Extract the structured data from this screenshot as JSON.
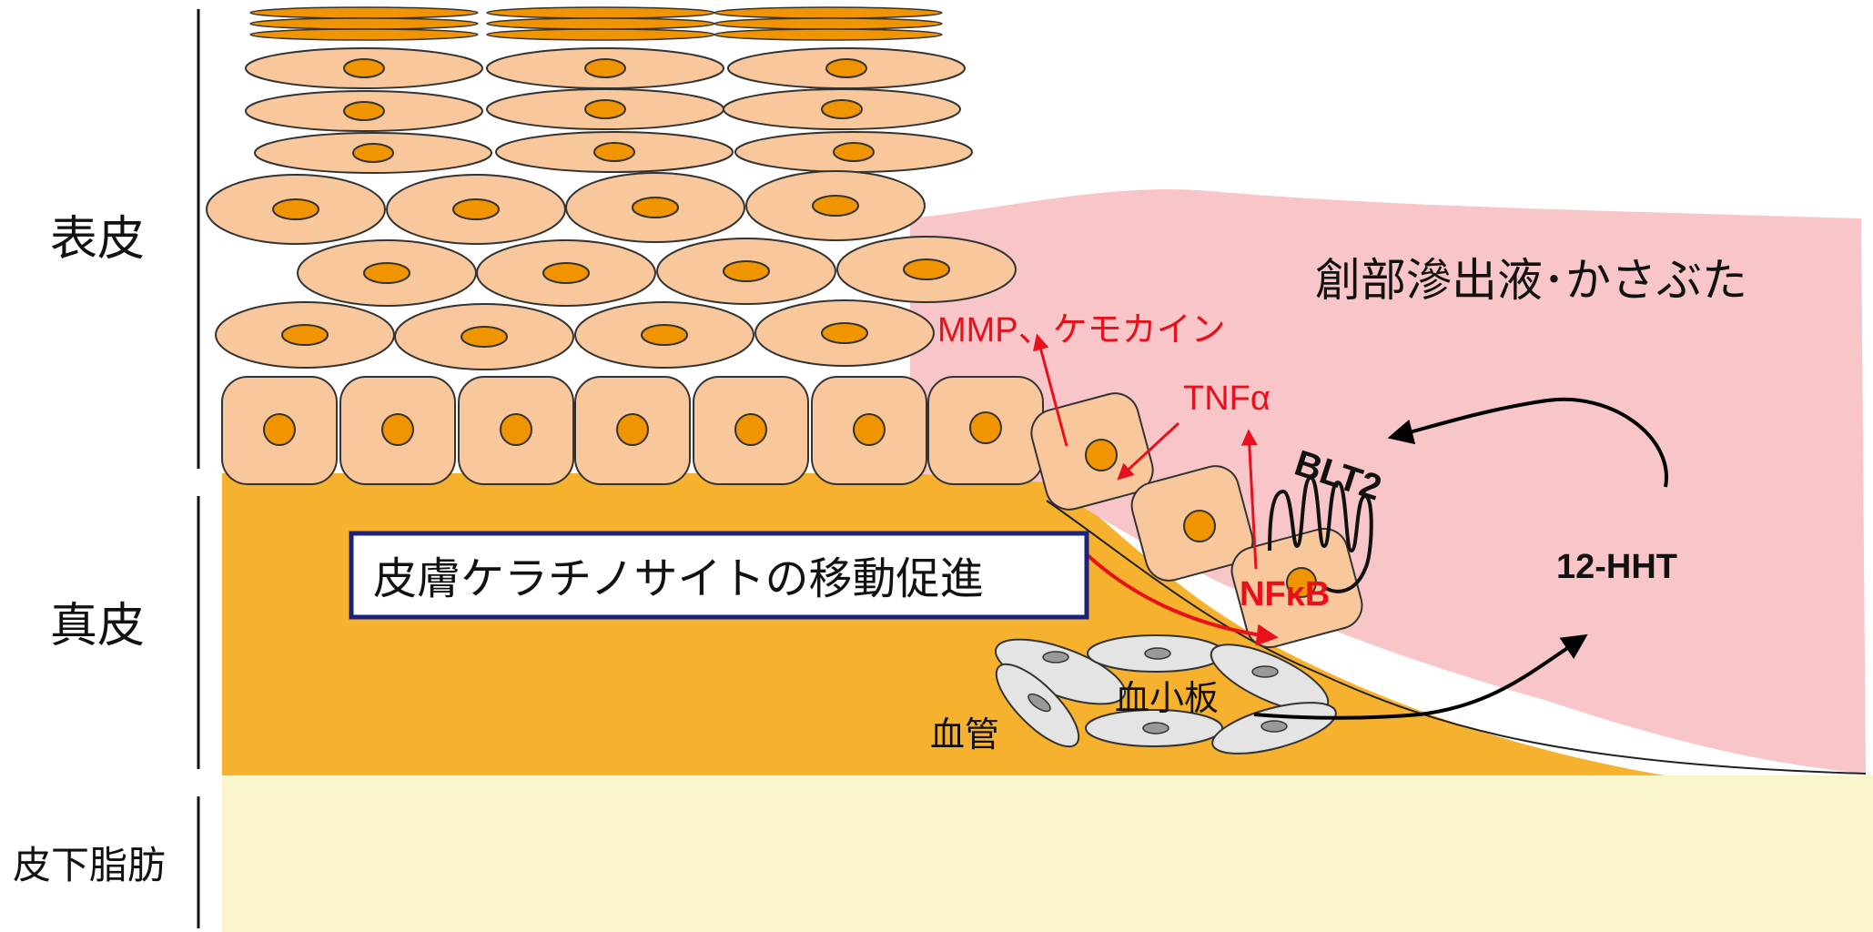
{
  "layers": {
    "epidermis": "表皮",
    "dermis": "真皮",
    "subcutaneous_fat": "皮下脂肪"
  },
  "labels": {
    "wound": "創部滲出液･かさぶた",
    "mmp_chemokine": "MMP、ケモカイン",
    "tnf": "TNFα",
    "blt2": "BLT2",
    "nfkb": "NFκB",
    "hht": "12-HHT",
    "platelet": "血小板",
    "vessel": "血管",
    "migration": "皮膚ケラチノサイトの移動促進"
  },
  "colors": {
    "cell_fill": "#f8c89c",
    "nucleus": "#f09400",
    "dermis": "#f6b22e",
    "fat": "#faf6cc",
    "wound": "#f8c6c8",
    "arrow_red": "#e8101b",
    "box_border": "#1a237e"
  }
}
